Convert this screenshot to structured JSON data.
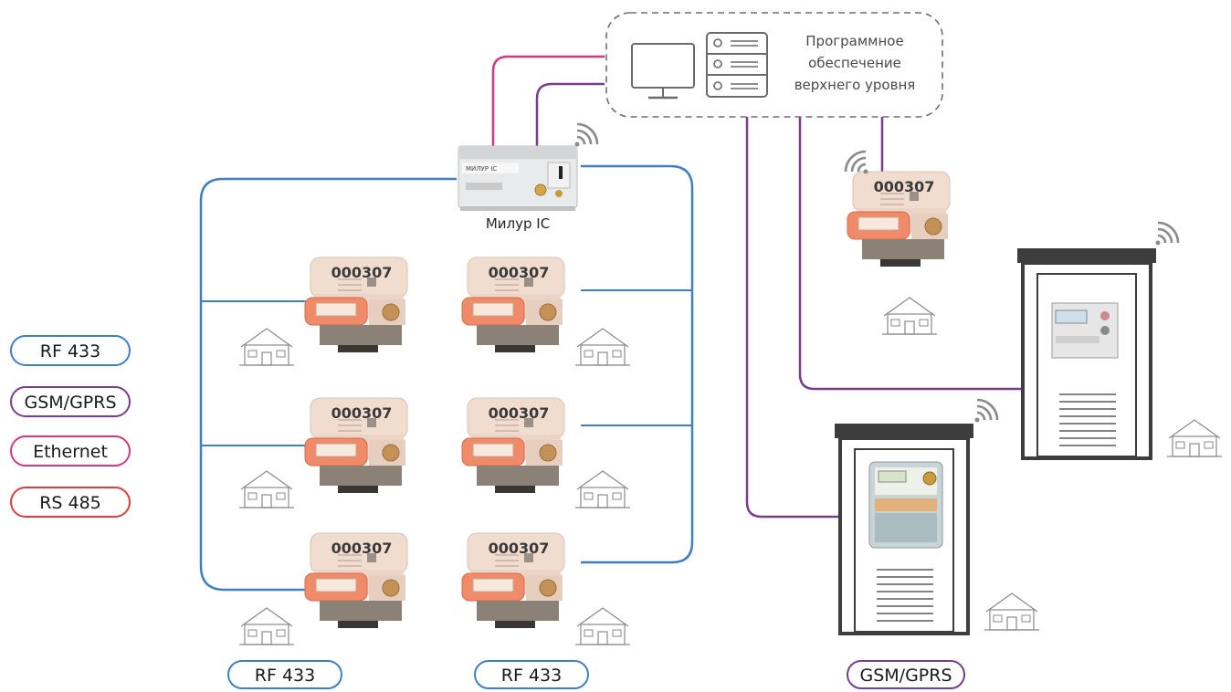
{
  "software": {
    "line1": "Программное",
    "line2": "обеспечение",
    "line3": "верхнего уровня"
  },
  "concentrator": {
    "label": "Милур IC",
    "brand": "МИЛУР IC"
  },
  "meter_number": "000307",
  "legend": [
    {
      "label": "RF 433",
      "color": "#3f7fc4"
    },
    {
      "label": "GSM/GPRS",
      "color": "#7a3c8c"
    },
    {
      "label": "Ethernet",
      "color": "#d6377f"
    },
    {
      "label": "RS 485",
      "color": "#e23b3b"
    }
  ],
  "bottom_labels": {
    "left": "RF 433",
    "middle": "RF 433",
    "right": "GSM/GPRS"
  },
  "colors": {
    "rf": "#3f7fc4",
    "gsm": "#7a3c8c",
    "ethernet": "#d6377f",
    "rs485": "#e23b3b"
  }
}
